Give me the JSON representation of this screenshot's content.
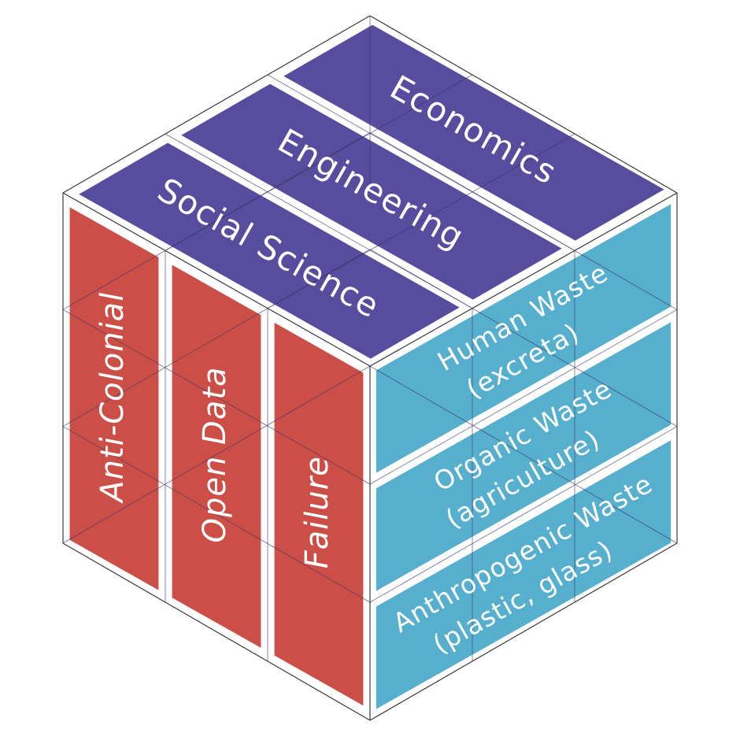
{
  "diagram": {
    "colors": {
      "top": "#574c9e",
      "left": "#cc4f47",
      "right": "#55afcd",
      "wire": "#3a3a3a"
    },
    "top_bands": [
      {
        "label": "Economics"
      },
      {
        "label": "Engineering"
      },
      {
        "label": "Social Science"
      }
    ],
    "left_bands": [
      {
        "label": "Anti-Colonial"
      },
      {
        "label": "Open Data"
      },
      {
        "label": "Failure"
      }
    ],
    "right_bands": [
      {
        "line1": "Human Waste",
        "line2": "(excreta)"
      },
      {
        "line1": "Organic Waste",
        "line2": "(agriculture)"
      },
      {
        "line1": "Anthropogenic Waste",
        "line2": "(plastic, glass)"
      }
    ]
  }
}
